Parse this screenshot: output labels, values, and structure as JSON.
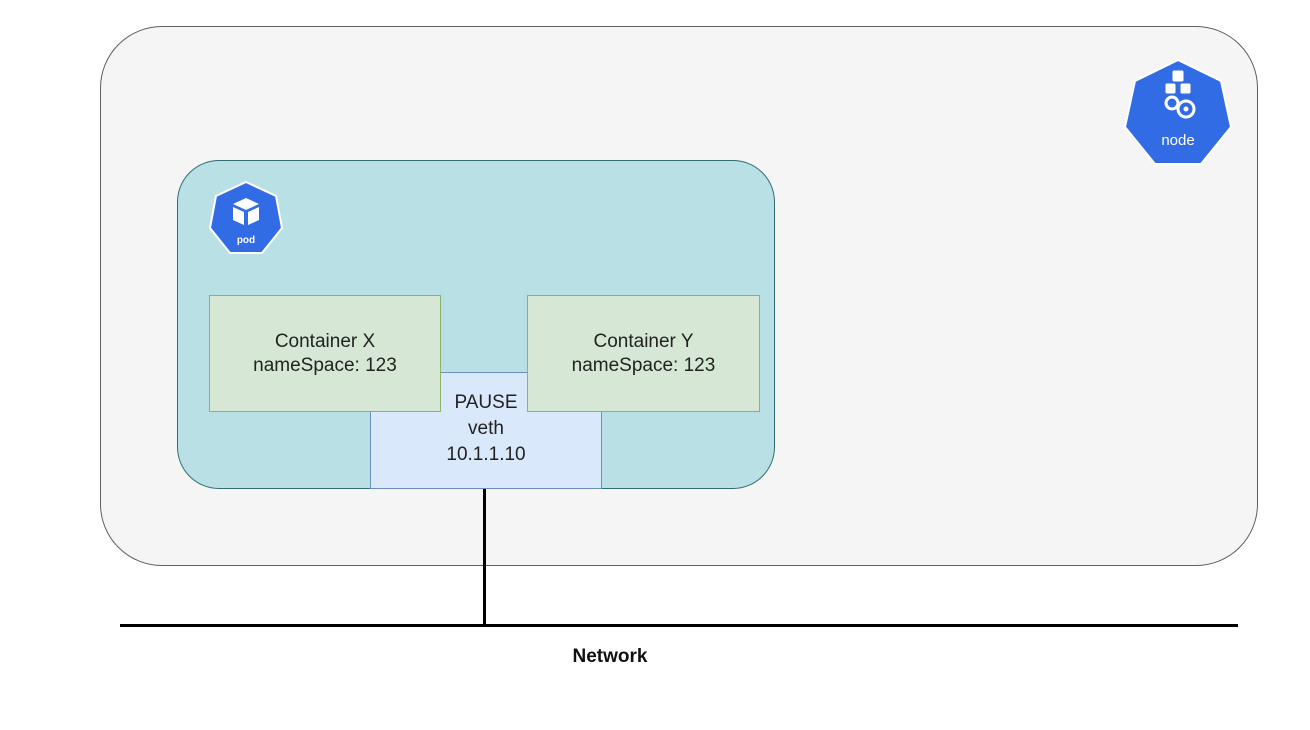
{
  "node": {
    "label": "node",
    "icon": "kubernetes-node-icon",
    "fill": "#f5f5f5"
  },
  "pod": {
    "label": "pod",
    "icon": "kubernetes-pod-icon",
    "fill": "#b9e0e5"
  },
  "container_x": {
    "line1": "Container X",
    "line2": "nameSpace: 123"
  },
  "container_y": {
    "line1": "Container Y",
    "line2": "nameSpace: 123"
  },
  "pause": {
    "line1": "PAUSE",
    "line2": "veth",
    "line3": "10.1.1.10"
  },
  "network": {
    "label": "Network"
  },
  "colors": {
    "k8s_blue": "#326ce5",
    "container_fill": "#d6e8d5",
    "pause_fill": "#dae8fc"
  }
}
